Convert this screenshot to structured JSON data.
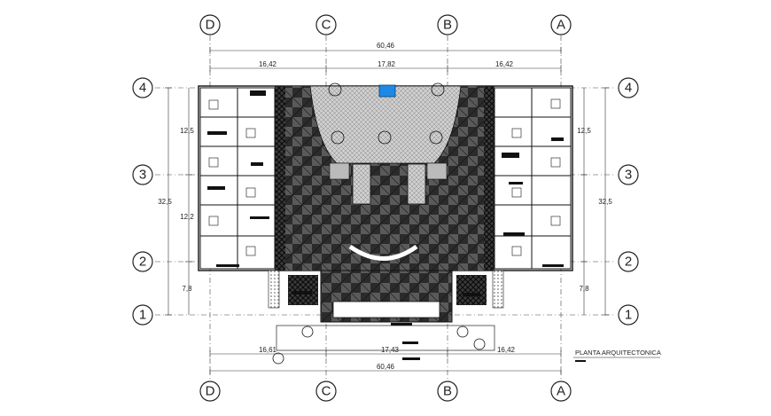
{
  "grid": {
    "columns": [
      "D",
      "C",
      "B",
      "A"
    ],
    "rows": [
      "4",
      "3",
      "2",
      "1"
    ]
  },
  "dimensions": {
    "top_total": "60,46",
    "top_left": "16,42",
    "top_center": "17,82",
    "top_right": "16,42",
    "bottom_total": "60,46",
    "bottom_left": "16,61",
    "bottom_center": "17,43",
    "bottom_right": "16,42",
    "left_total": "32,5",
    "left_4_3": "12,5",
    "left_3_2": "12,2",
    "left_2_1": "7,8",
    "right_total": "32,5",
    "right_4_3": "12,5",
    "right_2_1": "7,8"
  },
  "title": "PLANTA ARQUITECTONICA",
  "colors": {
    "line": "#111111",
    "hatch": "#1a1a1a",
    "accent": "#1e88e5"
  }
}
